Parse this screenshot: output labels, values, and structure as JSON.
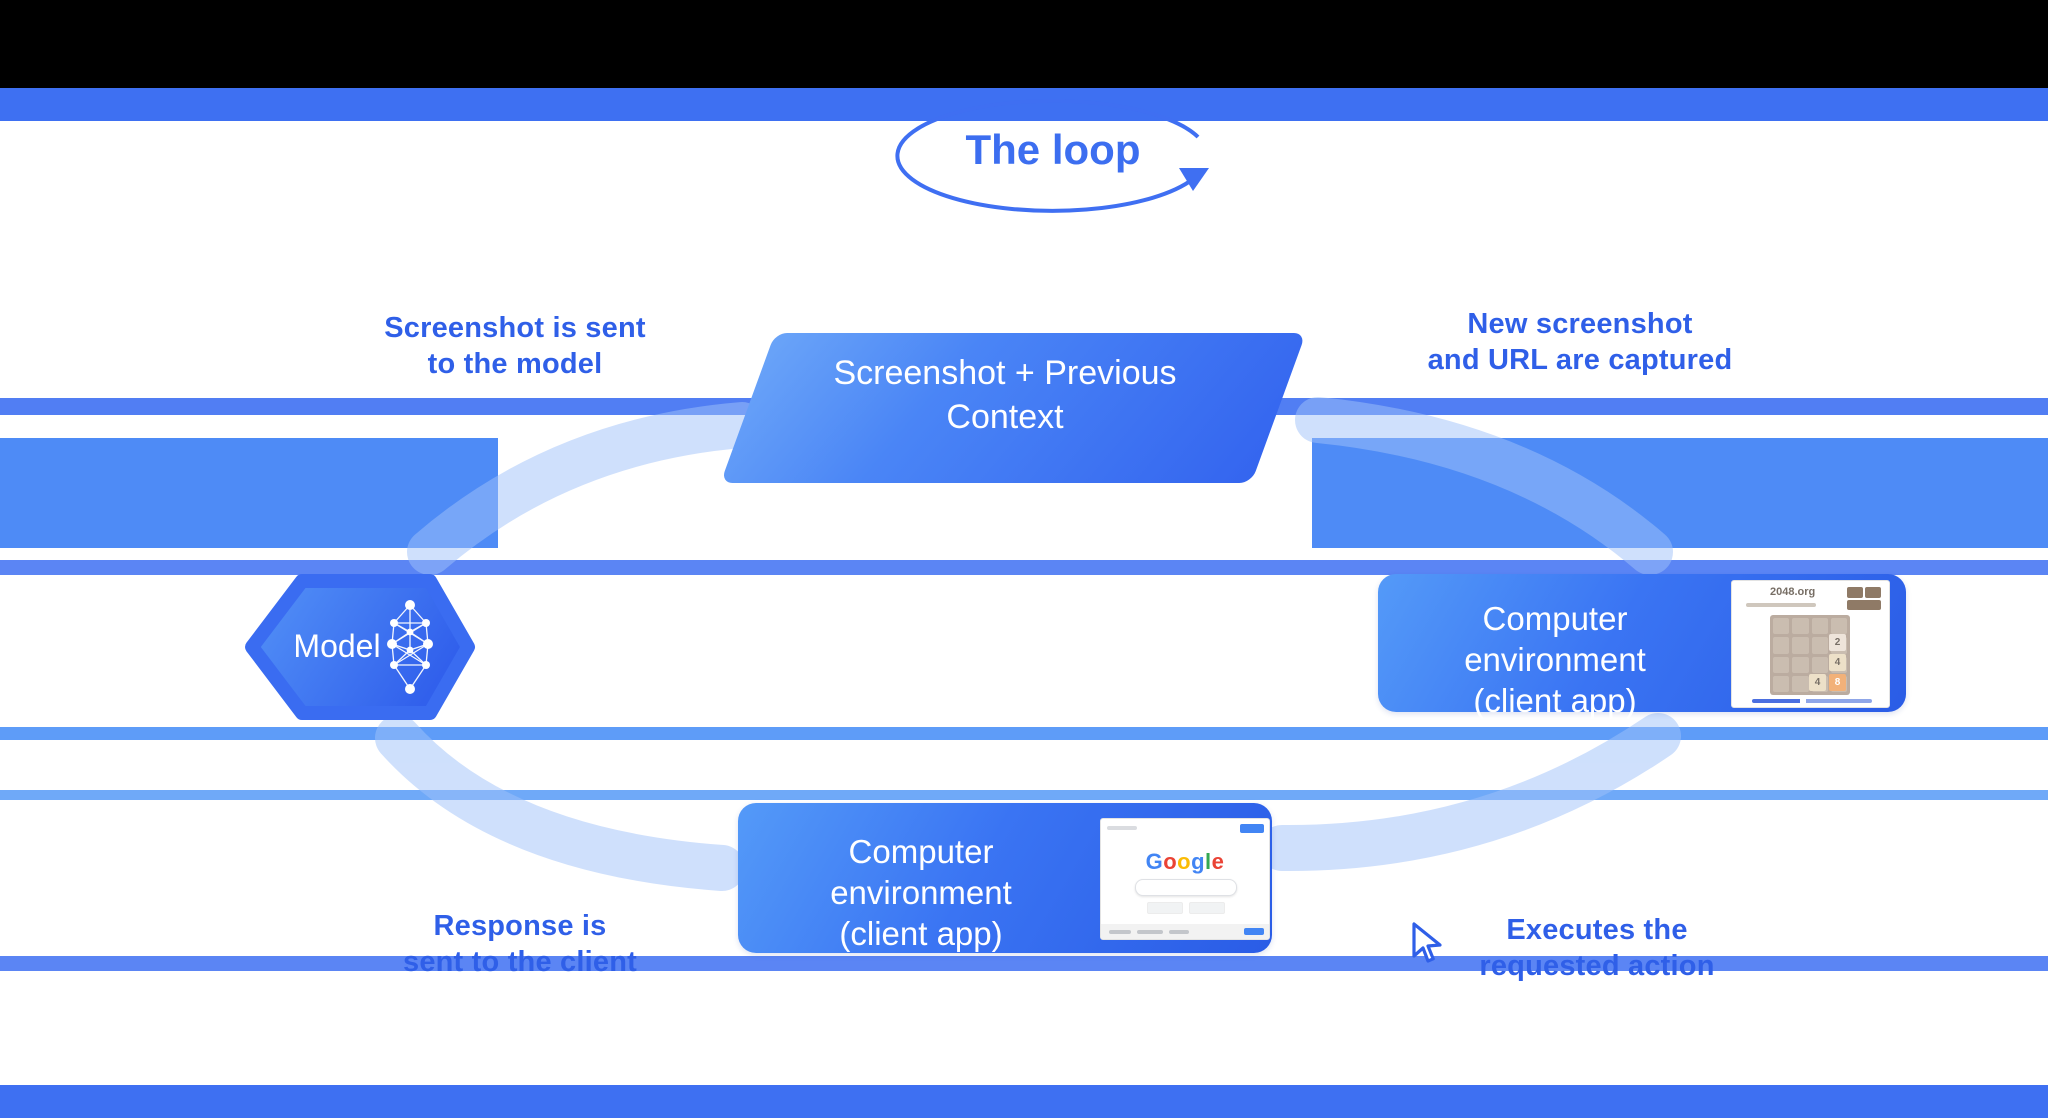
{
  "diagram": {
    "title": "The loop",
    "steps": {
      "top_left": {
        "line1": "Screenshot is sent",
        "line2": "to the model"
      },
      "top_right": {
        "line1": "New screenshot",
        "line2": "and URL are captured"
      },
      "bottom_left": {
        "line1": "Response is",
        "line2": "sent to the client"
      },
      "bottom_right": {
        "line1": "Executes the",
        "line2": "requested action"
      }
    },
    "nodes": {
      "context": {
        "line1": "Screenshot + Previous",
        "line2": "Context"
      },
      "model": {
        "label": "Model"
      },
      "env_right": {
        "line1": "Computer environment",
        "line2": "(client app)"
      },
      "env_bottom": {
        "line1": "Computer environment",
        "line2": "(client app)"
      }
    },
    "thumbnails": {
      "game": {
        "site": "2048.org",
        "tiles": [
          "2",
          "4",
          "4",
          "8"
        ]
      },
      "search": {
        "logo": "Google"
      }
    },
    "colors": {
      "accent_blue": "#3c6ef0",
      "shape_gradient_start": "#549af8",
      "shape_gradient_end": "#2a5ce6",
      "stripe_blue": "#3e70f2",
      "top_bar": "#000000",
      "tile_8": "#f2b179"
    }
  }
}
